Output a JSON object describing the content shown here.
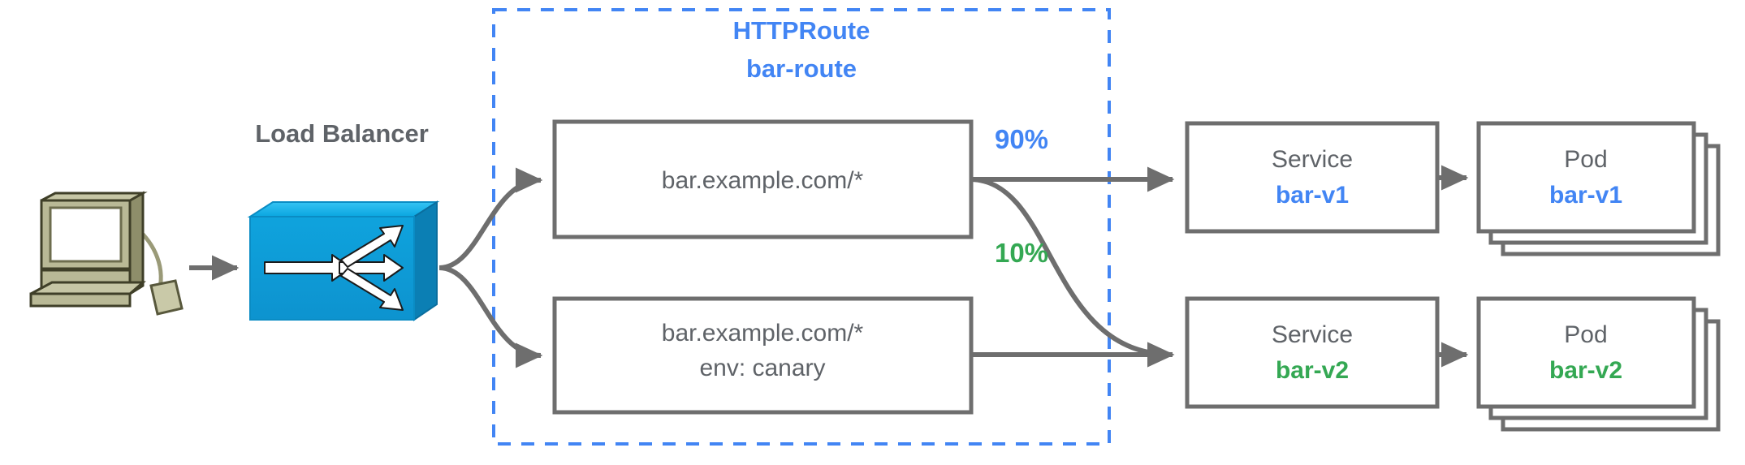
{
  "diagram": {
    "title_visible": false,
    "colors": {
      "blue": "#4285f4",
      "green": "#34a853",
      "gray": "#5f6368",
      "stroke": "#6e6e6e",
      "lb_blue": "#0d9ddb",
      "computer_beige": "#b5b58d"
    },
    "client": {
      "icon": "desktop-computer-icon"
    },
    "load_balancer": {
      "label": "Load Balancer",
      "icon": "load-balancer-switch-icon"
    },
    "httproute": {
      "kind_label": "HTTPRoute",
      "name_label": "bar-route"
    },
    "rules": [
      {
        "id": "rule-primary",
        "line1": "bar.example.com/*",
        "line2": ""
      },
      {
        "id": "rule-canary",
        "line1": "bar.example.com/*",
        "line2": "env: canary"
      }
    ],
    "weights": [
      {
        "label": "90%",
        "color": "#4285f4",
        "from": "rule-primary",
        "to": "service-bar-v1"
      },
      {
        "label": "10%",
        "color": "#34a853",
        "from": "rule-primary",
        "to": "service-bar-v2"
      }
    ],
    "services": [
      {
        "kind": "Service",
        "name": "bar-v1",
        "color": "#4285f4"
      },
      {
        "kind": "Service",
        "name": "bar-v2",
        "color": "#34a853"
      }
    ],
    "pods": [
      {
        "kind": "Pod",
        "name": "bar-v1",
        "color": "#4285f4",
        "replicas": 3
      },
      {
        "kind": "Pod",
        "name": "bar-v2",
        "color": "#34a853",
        "replicas": 3
      }
    ]
  }
}
